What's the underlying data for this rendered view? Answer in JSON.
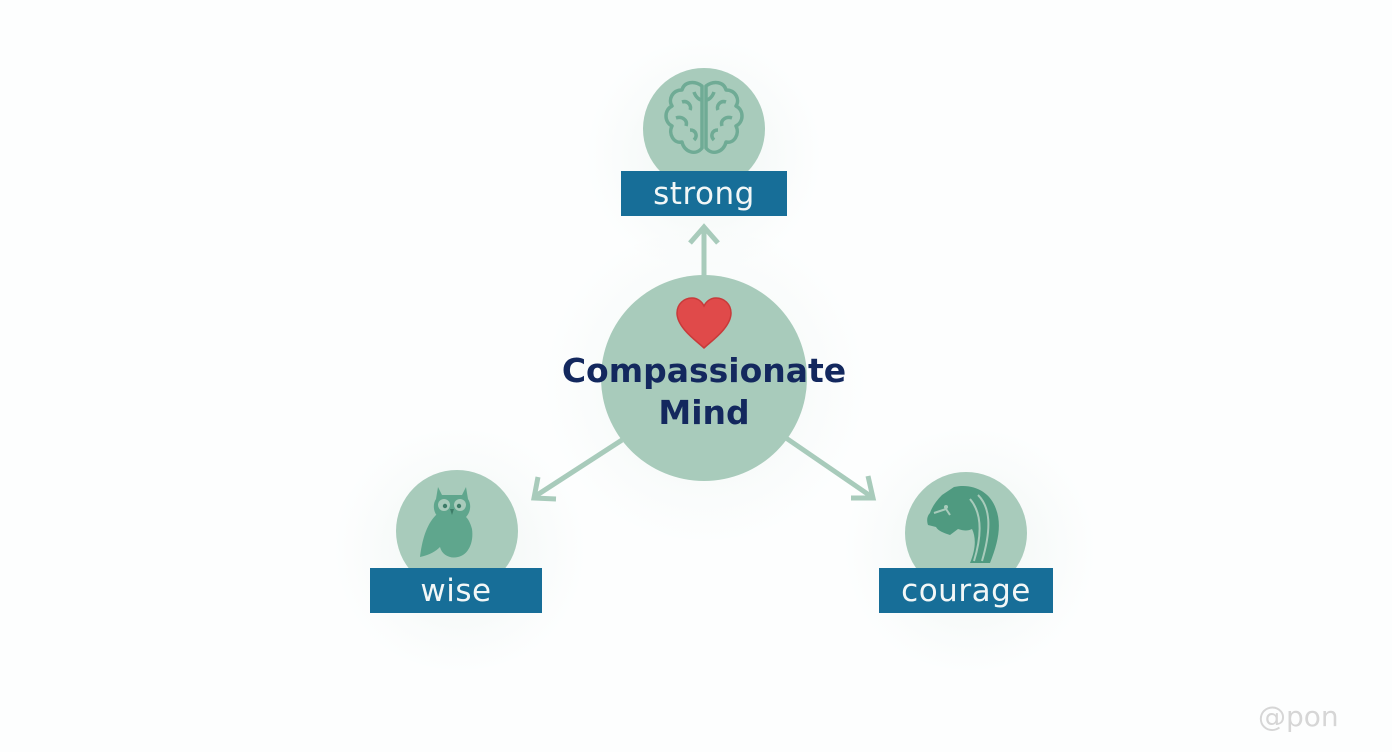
{
  "diagram": {
    "center": {
      "title_line1": "Compassionate",
      "title_line2": "Mind",
      "icon": "heart-icon"
    },
    "nodes": [
      {
        "id": "strong",
        "label": "strong",
        "icon": "brain-icon",
        "position": "top"
      },
      {
        "id": "wise",
        "label": "wise",
        "icon": "owl-icon",
        "position": "bottom-left"
      },
      {
        "id": "courage",
        "label": "courage",
        "icon": "lion-icon",
        "position": "bottom-right"
      }
    ],
    "edges": [
      {
        "from": "center",
        "to": "strong"
      },
      {
        "from": "center",
        "to": "wise"
      },
      {
        "from": "center",
        "to": "courage"
      }
    ]
  },
  "colors": {
    "circle_fill": "#a8cbbb",
    "icon_fill": "#5fa68d",
    "label_bg": "#176e98",
    "label_text": "#f2f7f7",
    "title_text": "#13285e",
    "heart": "#e04a4a",
    "arrow": "#a8cbbb"
  },
  "watermark": "@pon"
}
